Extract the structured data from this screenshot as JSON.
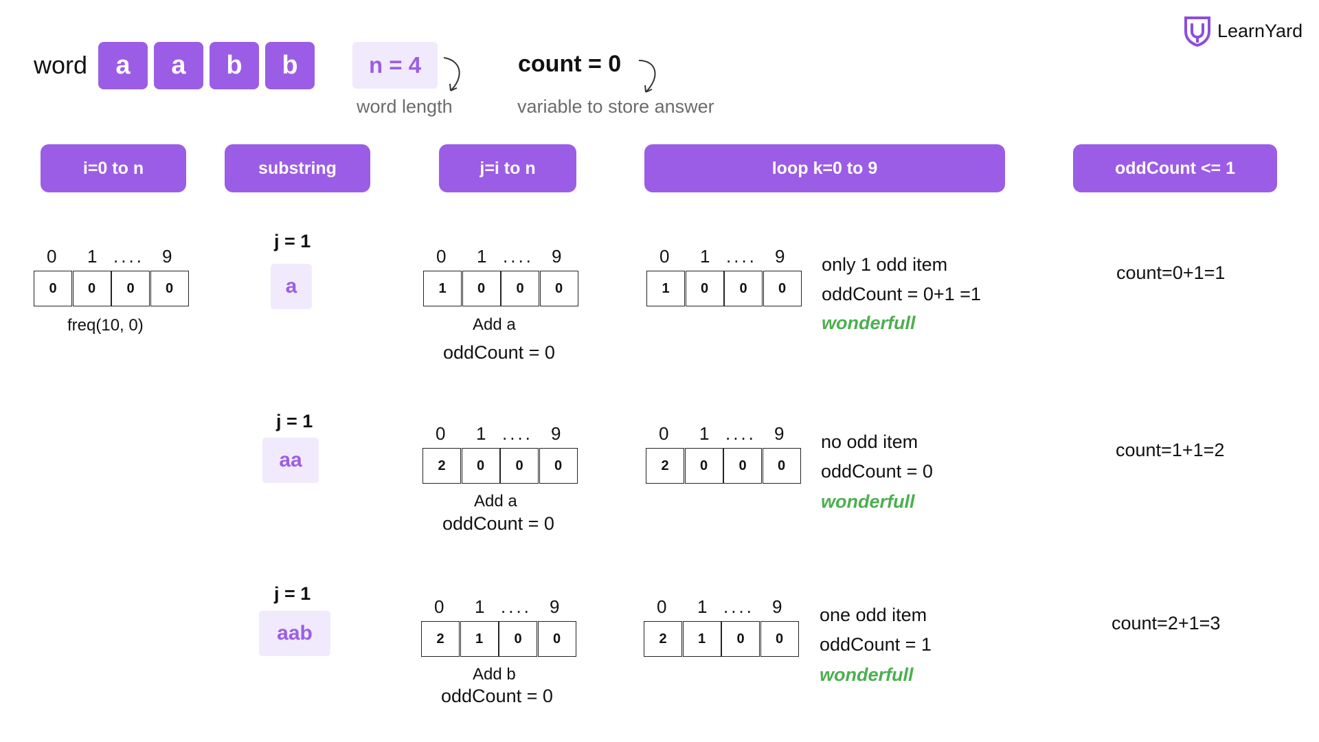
{
  "word": {
    "label": "word",
    "letters": [
      "a",
      "a",
      "b",
      "b"
    ]
  },
  "n_box": {
    "text": "n = 4",
    "caption": "word length"
  },
  "count_box": {
    "text": "count = 0",
    "caption": "variable to store answer"
  },
  "logo": {
    "text": "LearnYard",
    "icon": "learnyard-logo-icon"
  },
  "headers": [
    "i=0  to n",
    "substring",
    "j=i to n",
    "loop k=0 to 9",
    "oddCount <= 1"
  ],
  "index_labels": {
    "first": "0",
    "second": "1",
    "dots": "....",
    "last": "9"
  },
  "freq_init": {
    "cells": [
      "0",
      "0",
      "0",
      "0"
    ],
    "caption": "freq(10, 0)"
  },
  "rows": [
    {
      "j_label": "j = 1",
      "substring": "a",
      "freq_cells": [
        "1",
        "0",
        "0",
        "0"
      ],
      "add_text": "Add a",
      "odd_text": "oddCount = 0",
      "loop_cells": [
        "1",
        "0",
        "0",
        "0"
      ],
      "note_line1": "only 1 odd item",
      "note_line2": "oddCount  = 0+1 =1",
      "note_line3": "wonderfull",
      "count_text": "count=0+1=1"
    },
    {
      "j_label": "j = 1",
      "substring": "aa",
      "freq_cells": [
        "2",
        "0",
        "0",
        "0"
      ],
      "add_text": "Add a",
      "odd_text": "oddCount = 0",
      "loop_cells": [
        "2",
        "0",
        "0",
        "0"
      ],
      "note_line1": "no odd item",
      "note_line2": "oddCount  = 0",
      "note_line3": "wonderfull",
      "count_text": "count=1+1=2"
    },
    {
      "j_label": "j = 1",
      "substring": "aab",
      "freq_cells": [
        "2",
        "1",
        "0",
        "0"
      ],
      "add_text": "Add b",
      "odd_text": "oddCount = 0",
      "loop_cells": [
        "2",
        "1",
        "0",
        "0"
      ],
      "note_line1": "one odd item",
      "note_line2": "oddCount  = 1",
      "note_line3": "wonderfull",
      "count_text": "count=2+1=3"
    }
  ],
  "colors": {
    "accent": "#9b5de5",
    "accent_light": "#f1eafc",
    "success": "#4caf50",
    "caption": "#6b6b6b"
  }
}
